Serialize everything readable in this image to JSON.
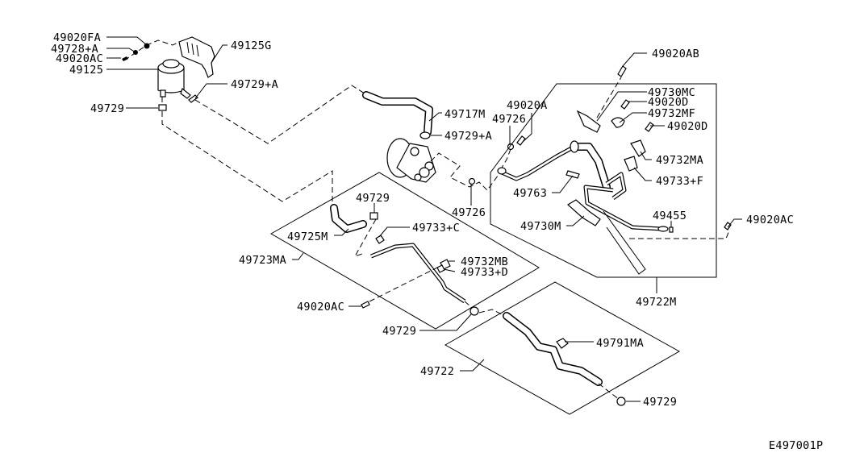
{
  "diagram": {
    "title": "Power steering piping parts diagram",
    "code": "E497001P",
    "callouts": {
      "c49020FA": "49020FA",
      "c49728A": "49728+A",
      "c49020AC_top": "49020AC",
      "c49125": "49125",
      "c49125G": "49125G",
      "c49729A_tank": "49729+A",
      "c49729_tank": "49729",
      "c49717M": "49717M",
      "c49729A_pump": "49729+A",
      "c49726_top": "49726",
      "c49020A": "49020A",
      "c49726_bottom": "49726",
      "c49020AB": "49020AB",
      "c49730MC": "49730MC",
      "c49020D_1": "49020D",
      "c49732MF": "49732MF",
      "c49020D_2": "49020D",
      "c49732MA": "49732MA",
      "c49733F": "49733+F",
      "c49763": "49763",
      "c49730M": "49730M",
      "c49455": "49455",
      "c49020AC_right": "49020AC",
      "c49722M": "49722M",
      "c49729_mid": "49729",
      "c49725M": "49725M",
      "c49733C": "49733+C",
      "c49723MA": "49723MA",
      "c49732MB": "49732MB",
      "c49733D": "49733+D",
      "c49020AC_left": "49020AC",
      "c49729_lower": "49729",
      "c49791MA": "49791MA",
      "c49722": "49722",
      "c49729_bottom": "49729"
    }
  }
}
